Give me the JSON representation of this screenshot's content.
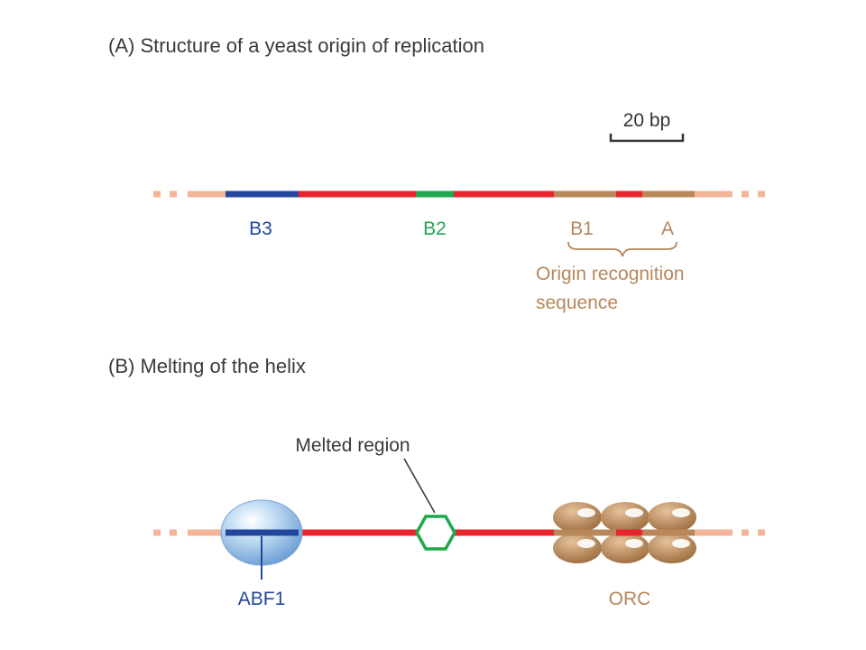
{
  "panel_a": {
    "title": "(A) Structure of a yeast origin of replication",
    "scale_label": "20 bp",
    "labels": {
      "b3": "B3",
      "b2": "B2",
      "b1": "B1",
      "a": "A"
    },
    "bracket_label_line1": "Origin recognition",
    "bracket_label_line2": "sequence"
  },
  "panel_b": {
    "title": "(B) Melting of the helix",
    "melted_label": "Melted region",
    "abf1_label": "ABF1",
    "orc_label": "ORC"
  },
  "colors": {
    "flank": "#f4b49a",
    "core": "#e8242c",
    "b3": "#22479c",
    "b2": "#21a651",
    "orc_region": "#b8875a",
    "abf1_blob": "#9cc6ec",
    "melted_ring": "#1fa84a",
    "title_text": "#3a3a3a"
  }
}
